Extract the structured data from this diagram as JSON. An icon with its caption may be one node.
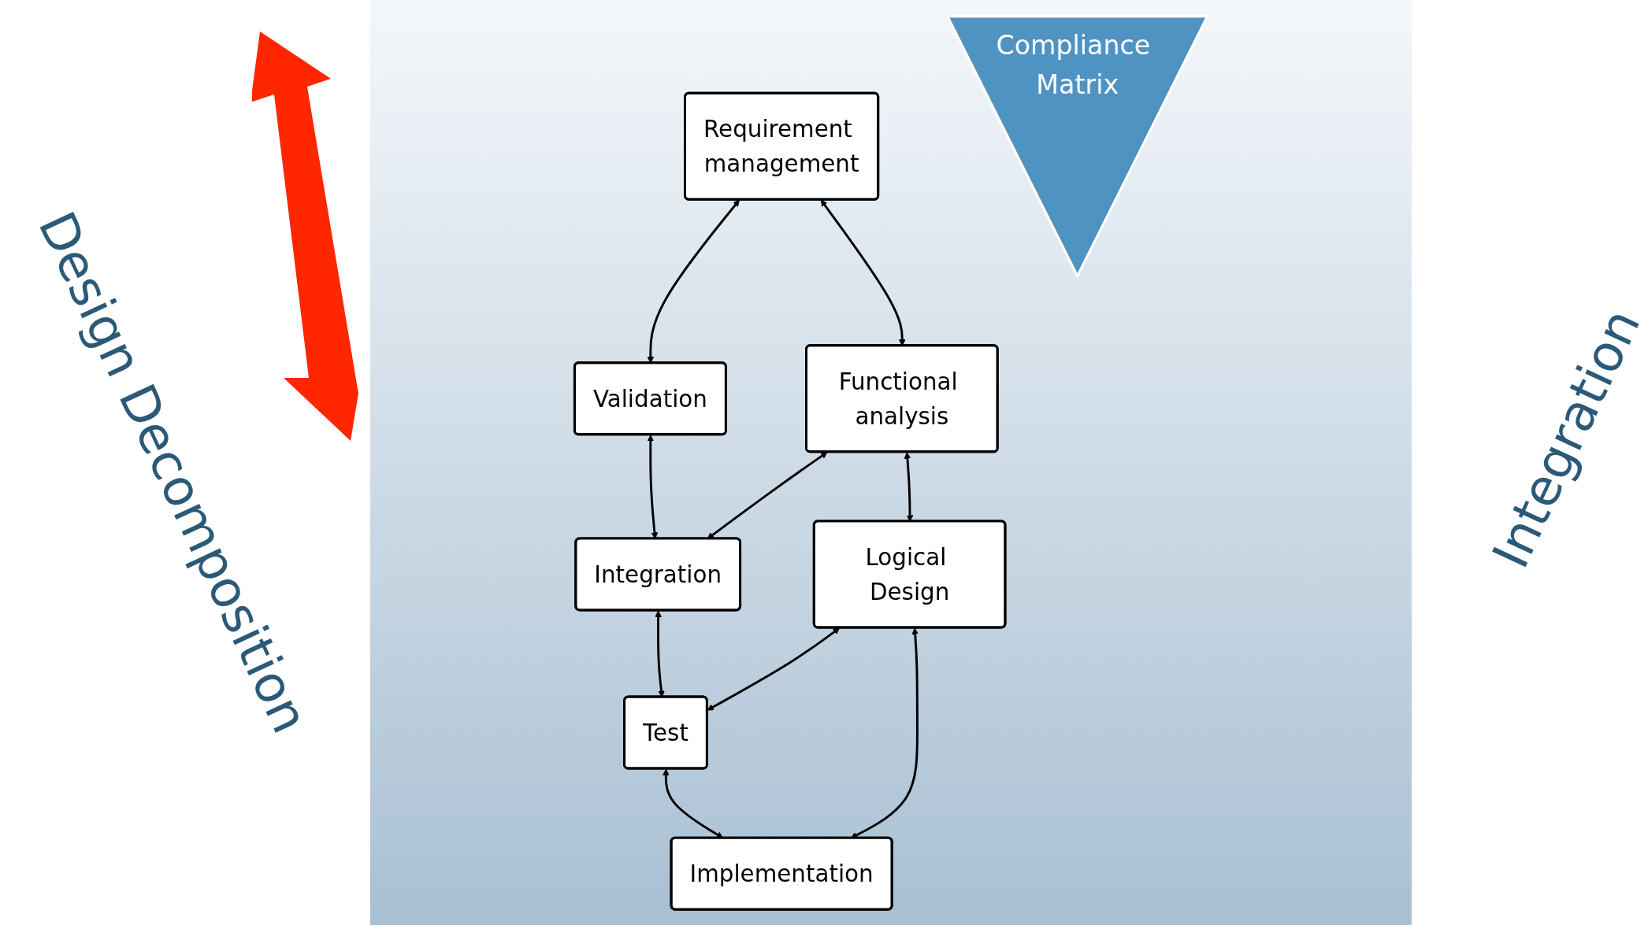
{
  "diagram": {
    "nodes": [
      {
        "text": [
          "Requirement management"
        ]
      },
      {
        "text": [
          "Compliance Matrix"
        ]
      },
      {
        "text": [
          "Validation"
        ]
      },
      {
        "text": [
          "Functional analysis"
        ]
      },
      {
        "text": [
          "Integration"
        ]
      },
      {
        "text": [
          "Logical Design"
        ]
      },
      {
        "text": [
          "Test"
        ]
      },
      {
        "text": [
          "Implementation"
        ]
      }
    ],
    "edges": [
      {
        "from": 0,
        "to": 2,
        "arrow": "both"
      },
      {
        "from": 0,
        "to": 3,
        "arrow": "both"
      },
      {
        "from": 2,
        "to": 4,
        "arrow": "both"
      },
      {
        "from": 3,
        "to": 4,
        "arrow": "both"
      },
      {
        "from": 3,
        "to": 5,
        "arrow": "both"
      },
      {
        "from": 4,
        "to": 6,
        "arrow": "both"
      },
      {
        "from": 5,
        "to": 6,
        "arrow": "both"
      },
      {
        "from": 5,
        "to": 7,
        "arrow": "both"
      },
      {
        "from": 6,
        "to": 7,
        "arrow": "both"
      }
    ],
    "labels": [
      "Design Decomposition",
      "Integration"
    ]
  }
}
